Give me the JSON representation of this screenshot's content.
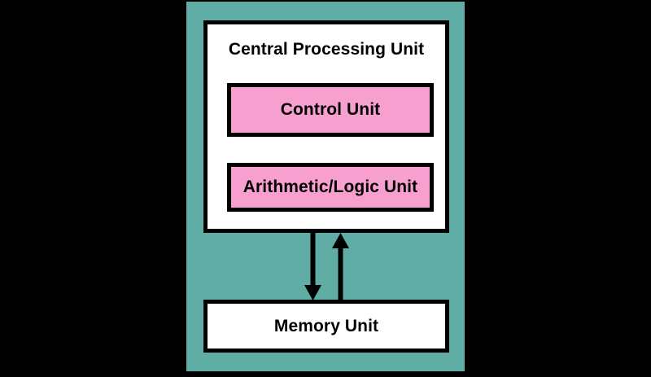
{
  "diagram": {
    "title": "Central Processing Unit",
    "background_color": "#000000",
    "panel_color": "#5fada4",
    "box_fill": "#ffffff",
    "unit_fill": "#f79fce",
    "stroke_color": "#000000",
    "cpu": {
      "label": "Central Processing Unit",
      "units": [
        {
          "label": "Control Unit"
        },
        {
          "label": "Arithmetic/Logic Unit"
        }
      ]
    },
    "memory": {
      "label": "Memory Unit"
    },
    "arrows": [
      {
        "name": "cpu-to-memory-arrow",
        "direction": "down"
      },
      {
        "name": "memory-to-cpu-arrow",
        "direction": "up"
      }
    ]
  }
}
